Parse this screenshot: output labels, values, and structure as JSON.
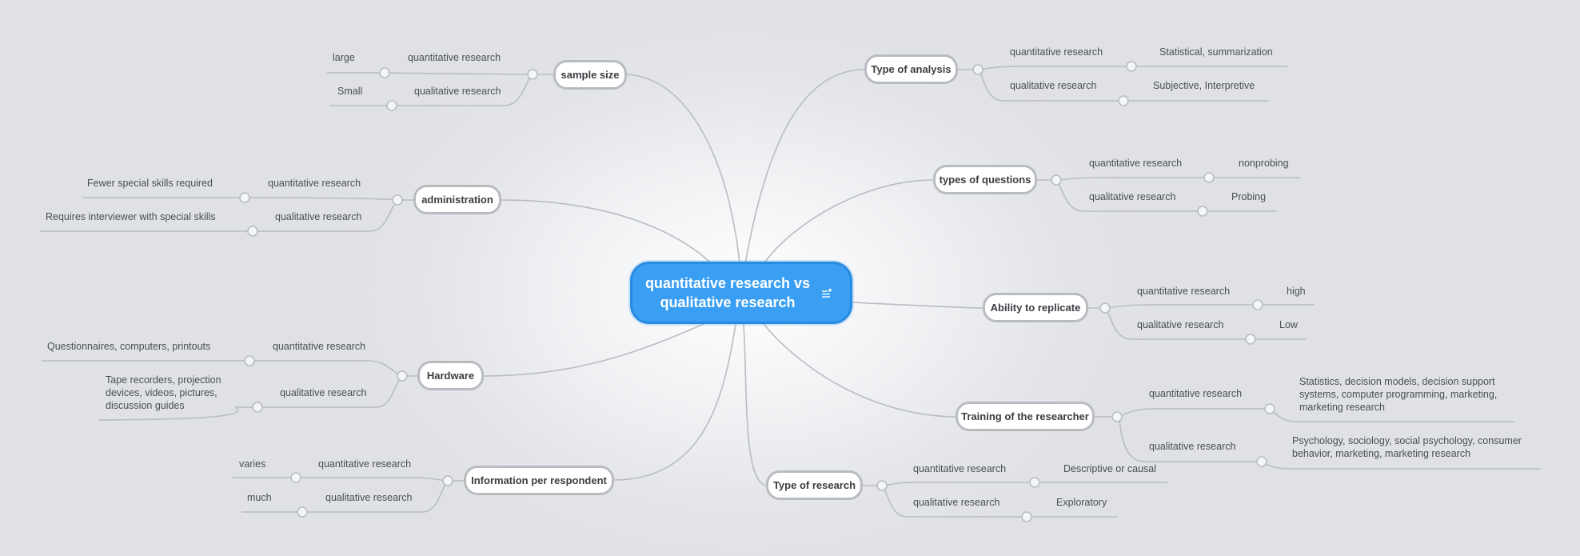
{
  "map": {
    "central_topic": "quantitative research vs qualitative research",
    "central_icon": "notes-icon",
    "colors": {
      "central_fill": "#3a9ff2",
      "topic_border": "#b8bbc0",
      "connector": "#b9bcc0",
      "background": "#e3e5e9"
    },
    "topics": {
      "sample_size": {
        "title": "sample size",
        "items": [
          {
            "label": "quantitative research",
            "value": "large"
          },
          {
            "label": "qualitative research",
            "value": "Small"
          }
        ]
      },
      "administration": {
        "title": "administration",
        "items": [
          {
            "label": "quantitative research",
            "value": "Fewer special skills required"
          },
          {
            "label": "qualitative research",
            "value": "Requires interviewer with special skills"
          }
        ]
      },
      "hardware": {
        "title": "Hardware",
        "items": [
          {
            "label": "quantitative research",
            "value": "Questionnaires, computers, printouts"
          },
          {
            "label": "qualitative research",
            "value": "Tape recorders, projection devices, videos, pictures, discussion guides"
          }
        ]
      },
      "information_per_respondent": {
        "title": "Information per respondent",
        "items": [
          {
            "label": "quantitative research",
            "value": "varies"
          },
          {
            "label": "qualitative research",
            "value": "much"
          }
        ]
      },
      "type_of_analysis": {
        "title": "Type of analysis",
        "items": [
          {
            "label": "quantitative research",
            "value": "Statistical, summarization"
          },
          {
            "label": "qualitative research",
            "value": "Subjective, Interpretive"
          }
        ]
      },
      "types_of_questions": {
        "title": "types of questions",
        "items": [
          {
            "label": "quantitative research",
            "value": "nonprobing"
          },
          {
            "label": "qualitative research",
            "value": "Probing"
          }
        ]
      },
      "ability_to_replicate": {
        "title": "Ability to replicate",
        "items": [
          {
            "label": "quantitative research",
            "value": "high"
          },
          {
            "label": "qualitative research",
            "value": "Low"
          }
        ]
      },
      "training_of_the_researcher": {
        "title": "Training of the researcher",
        "items": [
          {
            "label": "quantitative research",
            "value": "Statistics, decision models, decision support systems, computer programming, marketing, marketing research"
          },
          {
            "label": "qualitative research",
            "value": "Psychology, sociology, social psychology, consumer behavior, marketing, marketing research"
          }
        ]
      },
      "type_of_research": {
        "title": "Type of research",
        "items": [
          {
            "label": "quantitative research",
            "value": "Descriptive or causal"
          },
          {
            "label": "qualitative research",
            "value": "Exploratory"
          }
        ]
      }
    }
  }
}
